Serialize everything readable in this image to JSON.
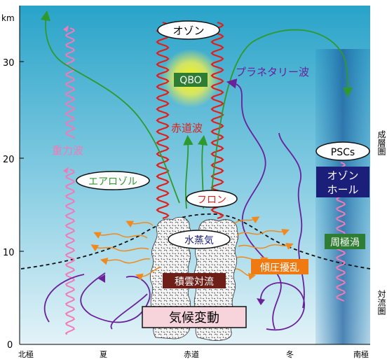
{
  "axis": {
    "unit": "km",
    "ticks": [
      "30",
      "20",
      "10",
      "0"
    ],
    "bottom_labels": [
      "北極",
      "夏",
      "赤道",
      "冬",
      "南極"
    ]
  },
  "layers": {
    "stratosphere": "成層圏",
    "troposphere": "対流圏"
  },
  "labels": {
    "ozone": "オゾン",
    "qbo": "QBO",
    "planetary_wave": "プラネタリー波",
    "equatorial_wave": "赤道波",
    "gravity_wave": "重力波",
    "aerosol": "エアロゾル",
    "freon": "フロン",
    "psc": "PSCs",
    "ozone_hole_line1": "オゾン",
    "ozone_hole_line2": "ホール",
    "polar_vortex": "周極渦",
    "water_vapor": "水蒸気",
    "baroclinic": "傾圧擾乱",
    "cumulus": "積雲対流",
    "climate_change": "気候変動"
  },
  "colors": {
    "sky_top": "#29a3c9",
    "sky_bottom": "#d9eef5",
    "wave_red": "#e0201c",
    "gravity_pink": "#f27ab8",
    "planetary_purple": "#6a1f9c",
    "aerosol_green": "#2e9a2e",
    "turb_orange": "#f08a1e",
    "navy_box": "#1b1f7a",
    "green_box": "#2f7d32",
    "brown_box": "#6e1f17",
    "orange_box": "#f07a12",
    "pink_box": "#f7d4dc"
  }
}
